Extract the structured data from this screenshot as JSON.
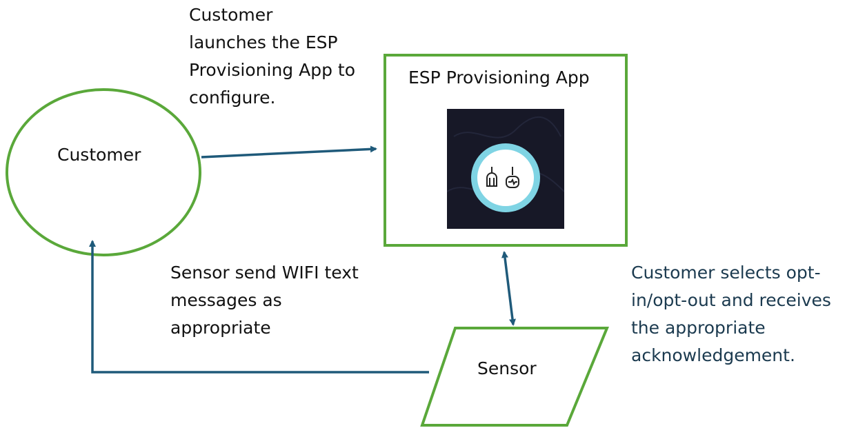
{
  "nodes": {
    "customer": {
      "label": "Customer"
    },
    "app": {
      "label": "ESP Provisioning App",
      "icon": "esp-provisioning-app-icon"
    },
    "sensor": {
      "label": "Sensor"
    }
  },
  "annotations": {
    "customer_launch": {
      "lines": [
        "Customer",
        "launches the ESP",
        "Provisioning App to",
        "configure."
      ]
    },
    "sensor_send": {
      "lines": [
        "Sensor send WIFI text",
        "messages as",
        "appropriate"
      ]
    },
    "customer_selects": {
      "lines": [
        "Customer selects opt-",
        "in/opt-out and receives",
        "the appropriate",
        "acknowledgement."
      ]
    }
  },
  "colors": {
    "node_outline": "#5aa83a",
    "arrow": "#1f5a7a",
    "accent_text": "#1b3a4f",
    "icon_background": "#171827",
    "icon_ring": "#7fd4e4"
  }
}
